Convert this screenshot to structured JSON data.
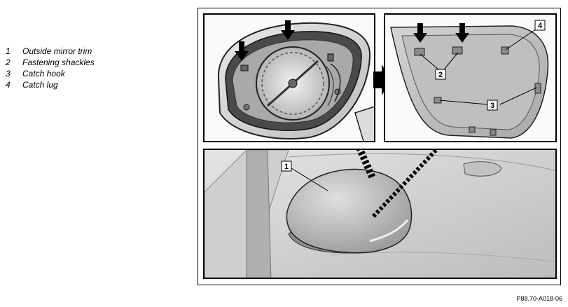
{
  "legend": {
    "items": [
      {
        "number": "1",
        "label": "Outside mirror trim"
      },
      {
        "number": "2",
        "label": "Fastening shackles"
      },
      {
        "number": "3",
        "label": "Catch hook"
      },
      {
        "number": "4",
        "label": "Catch lug"
      }
    ]
  },
  "callouts": {
    "c1": "1",
    "c2": "2",
    "c3": "3",
    "c4": "4"
  },
  "figure_code": "P88.70-A018-06",
  "colors": {
    "frame": "#000000",
    "panel_bg": "#fafafa",
    "mirror_fill": "#c8c8c8",
    "trim_fill": "#c4c4c4",
    "car_body": "#d9d9d9"
  }
}
